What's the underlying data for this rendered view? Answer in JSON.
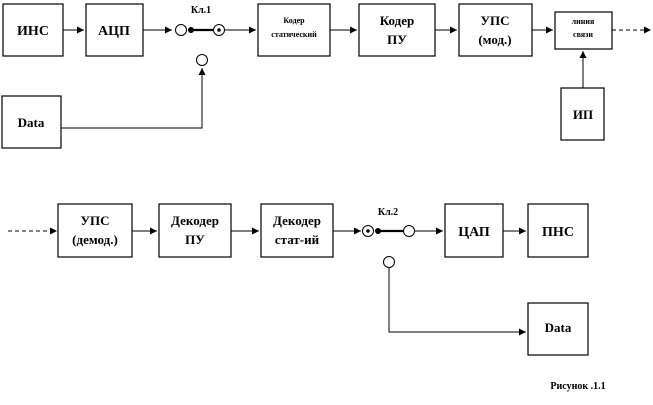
{
  "tx": {
    "ins": "ИНС",
    "adc": "АЦП",
    "key1": "Кл.1",
    "coder_stat": [
      "Кодер",
      "статический"
    ],
    "coder_pu": [
      "Кодер",
      "ПУ"
    ],
    "ups_mod": [
      "УПС",
      "(мод.)"
    ],
    "line": [
      "линия",
      "связи"
    ],
    "ip": "ИП",
    "data": "Data"
  },
  "rx": {
    "ups_demod": [
      "УПС",
      "(демод.)"
    ],
    "decoder_pu": [
      "Декодер",
      "ПУ"
    ],
    "decoder_stat": [
      "Декодер",
      "стат-ий"
    ],
    "key2": "Кл.2",
    "dac": "ЦАП",
    "pns": "ПНС",
    "data": "Data"
  },
  "caption": "Рисунок .1.1"
}
